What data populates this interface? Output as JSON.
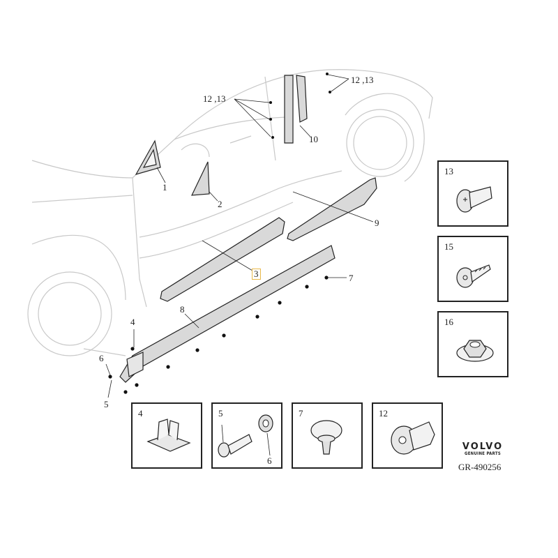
{
  "labels": {
    "p1": "1",
    "p2": "2",
    "p3": "3",
    "p4": "4",
    "p5a": "5",
    "p6": "6",
    "p7": "7",
    "p8": "8",
    "p9": "9",
    "p10": "10",
    "p12_13_left": "12 ,13",
    "p12_13_right": "12 ,13"
  },
  "detail_boxes": {
    "b13": "13",
    "b15": "15",
    "b16": "16",
    "b4": "4",
    "b5": "5",
    "b6": "6",
    "b7": "7",
    "b12": "12"
  },
  "brand": {
    "name": "VOLVO",
    "tagline": "GENUINE PARTS",
    "reference": "GR-490256"
  },
  "colors": {
    "line": "#222222",
    "ghost_car": "#c8c8c8",
    "part_fill": "#d9d9d9",
    "highlight": "#e8b84a"
  }
}
